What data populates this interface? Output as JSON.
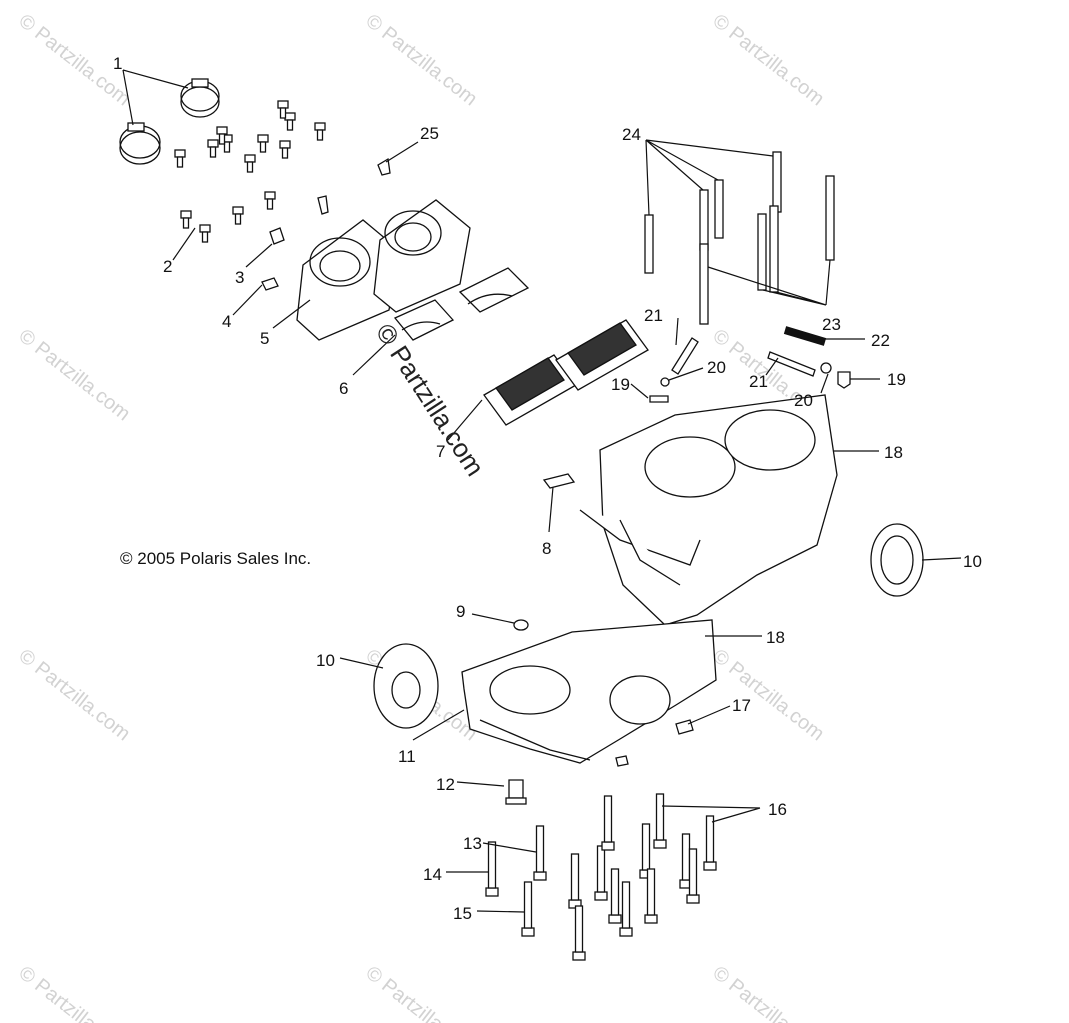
{
  "copyright": "© 2005 Polaris Sales Inc.",
  "watermark_text": "© Partzilla.com",
  "callouts": [
    {
      "id": "c1",
      "label": "1"
    },
    {
      "id": "c2",
      "label": "2"
    },
    {
      "id": "c3",
      "label": "3"
    },
    {
      "id": "c4",
      "label": "4"
    },
    {
      "id": "c5",
      "label": "5"
    },
    {
      "id": "c6",
      "label": "6"
    },
    {
      "id": "c7",
      "label": "7"
    },
    {
      "id": "c8",
      "label": "8"
    },
    {
      "id": "c9",
      "label": "9"
    },
    {
      "id": "c10a",
      "label": "10"
    },
    {
      "id": "c10b",
      "label": "10"
    },
    {
      "id": "c11",
      "label": "11"
    },
    {
      "id": "c12",
      "label": "12"
    },
    {
      "id": "c13",
      "label": "13"
    },
    {
      "id": "c14",
      "label": "14"
    },
    {
      "id": "c15",
      "label": "15"
    },
    {
      "id": "c16",
      "label": "16"
    },
    {
      "id": "c17",
      "label": "17"
    },
    {
      "id": "c18a",
      "label": "18"
    },
    {
      "id": "c18b",
      "label": "18"
    },
    {
      "id": "c19a",
      "label": "19"
    },
    {
      "id": "c19b",
      "label": "19"
    },
    {
      "id": "c20a",
      "label": "20"
    },
    {
      "id": "c20b",
      "label": "20"
    },
    {
      "id": "c21a",
      "label": "21"
    },
    {
      "id": "c21b",
      "label": "21"
    },
    {
      "id": "c22",
      "label": "22"
    },
    {
      "id": "c23",
      "label": "23"
    },
    {
      "id": "c24",
      "label": "24"
    },
    {
      "id": "c25",
      "label": "25"
    }
  ]
}
